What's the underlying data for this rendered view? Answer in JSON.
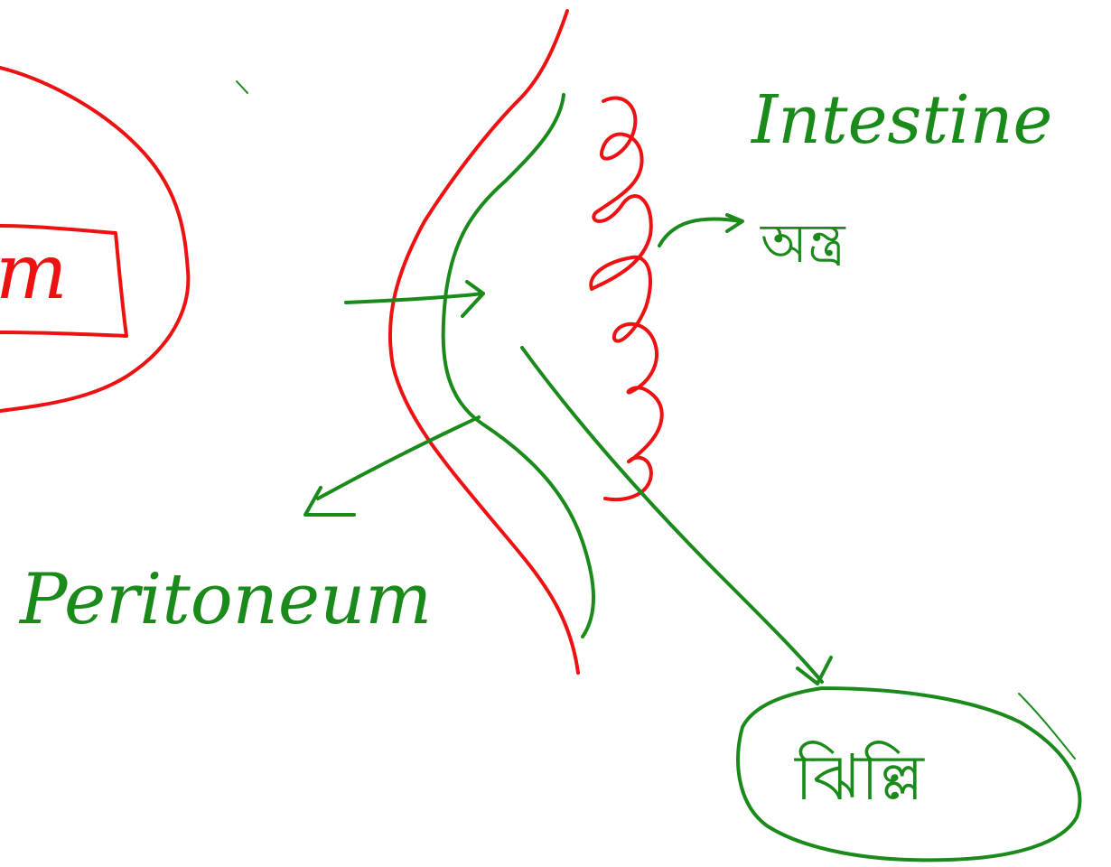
{
  "labels": {
    "intestine": "Intestine",
    "peritoneum": "Peritoneum",
    "bengali_top": "অন্ত্র",
    "bengali_bottom": "ঝিল্লি",
    "left_fragment": "m"
  },
  "colors": {
    "green_ink": "#1a8a1a",
    "red_ink": "#ee1111",
    "background": "#ffffff"
  }
}
